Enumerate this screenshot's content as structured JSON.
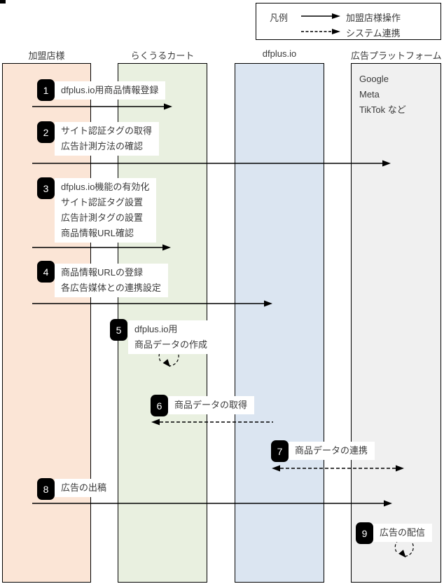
{
  "legend": {
    "title": "凡例",
    "items": [
      {
        "label": "加盟店様操作",
        "line_style": "solid"
      },
      {
        "label": "システム連携",
        "line_style": "dashed"
      }
    ]
  },
  "lanes": [
    {
      "name": "加盟店様",
      "color": "#fbe5d6"
    },
    {
      "name": "らくうるカート",
      "color": "#e9f0e0"
    },
    {
      "name": "dfplus.io",
      "color": "#dbe5f1"
    },
    {
      "name": "広告プラットフォーム",
      "color": "#f0f0f0",
      "platforms": [
        "Google",
        "Meta",
        "TikTok など"
      ]
    }
  ],
  "steps": [
    {
      "num": "1",
      "lines": [
        "dfplus.io用商品情報登録"
      ],
      "arrow": {
        "from": "加盟店様",
        "to": "らくうるカート",
        "type": "solid"
      }
    },
    {
      "num": "2",
      "lines": [
        "サイト認証タグの取得",
        "広告計測方法の確認"
      ],
      "arrow": {
        "from": "加盟店様",
        "to": "広告プラットフォーム",
        "type": "solid"
      }
    },
    {
      "num": "3",
      "lines": [
        "dfplus.io機能の有効化",
        "サイト認証タグ設置",
        "広告計測タグの設置",
        "商品情報URL確認"
      ],
      "arrow": {
        "from": "加盟店様",
        "to": "らくうるカート",
        "type": "solid"
      }
    },
    {
      "num": "4",
      "lines": [
        "商品情報URLの登録",
        "各広告媒体との連携設定"
      ],
      "arrow": {
        "from": "加盟店様",
        "to": "dfplus.io",
        "type": "solid"
      }
    },
    {
      "num": "5",
      "lines": [
        "dfplus.io用",
        "商品データの作成"
      ],
      "arrow": {
        "from": "らくうるカート",
        "to": "らくうるカート",
        "type": "dashed-self-loop"
      }
    },
    {
      "num": "6",
      "lines": [
        "商品データの取得"
      ],
      "arrow": {
        "from": "dfplus.io",
        "to": "らくうるカート",
        "type": "dashed"
      }
    },
    {
      "num": "7",
      "lines": [
        "商品データの連携"
      ],
      "arrow": {
        "from": "dfplus.io",
        "to": "広告プラットフォーム",
        "type": "dashed-bidirectional"
      }
    },
    {
      "num": "8",
      "lines": [
        "広告の出稿"
      ],
      "arrow": {
        "from": "加盟店様",
        "to": "広告プラットフォーム",
        "type": "solid"
      }
    },
    {
      "num": "9",
      "lines": [
        "広告の配信"
      ],
      "arrow": {
        "from": "広告プラットフォーム",
        "to": "広告プラットフォーム",
        "type": "dashed-self-loop"
      }
    }
  ],
  "colors": {
    "arrow": "#000000",
    "badge_bg": "#000000",
    "badge_text": "#ffffff",
    "text": "#3a3a3a"
  }
}
